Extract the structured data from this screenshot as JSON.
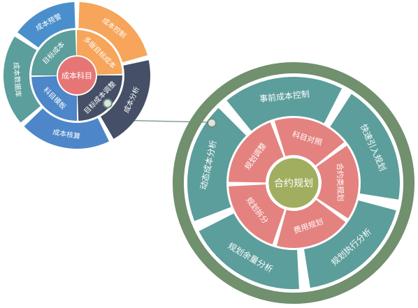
{
  "small_wheel": {
    "center": "成本科目",
    "inner_ring": [
      "多版目标成本",
      "目标成本调整",
      "科目模板",
      "目标成本"
    ],
    "outer_ring": [
      "成本控制",
      "成本分析",
      "成本核算",
      "成本数据库",
      "成本预警"
    ]
  },
  "large_wheel": {
    "center": "合约规划",
    "inner_ring": [
      "合约类规划",
      "费用规划",
      "规划拆分",
      "规划调整",
      "科目对照"
    ],
    "outer_ring": [
      "快速引入规划",
      "规划执行分析",
      "规划余量分析",
      "动态成本分析",
      "事前成本控制"
    ]
  },
  "colors": {
    "teal": "#5C9E9C",
    "orange": "#F6A55A",
    "navy": "#454F66",
    "blue": "#4D87C9",
    "blue_light": "#4A8FCB",
    "pink": "#E4827F",
    "olive": "#A1AE5F",
    "ring_green": "#70906E",
    "small_center": "#E67675"
  }
}
